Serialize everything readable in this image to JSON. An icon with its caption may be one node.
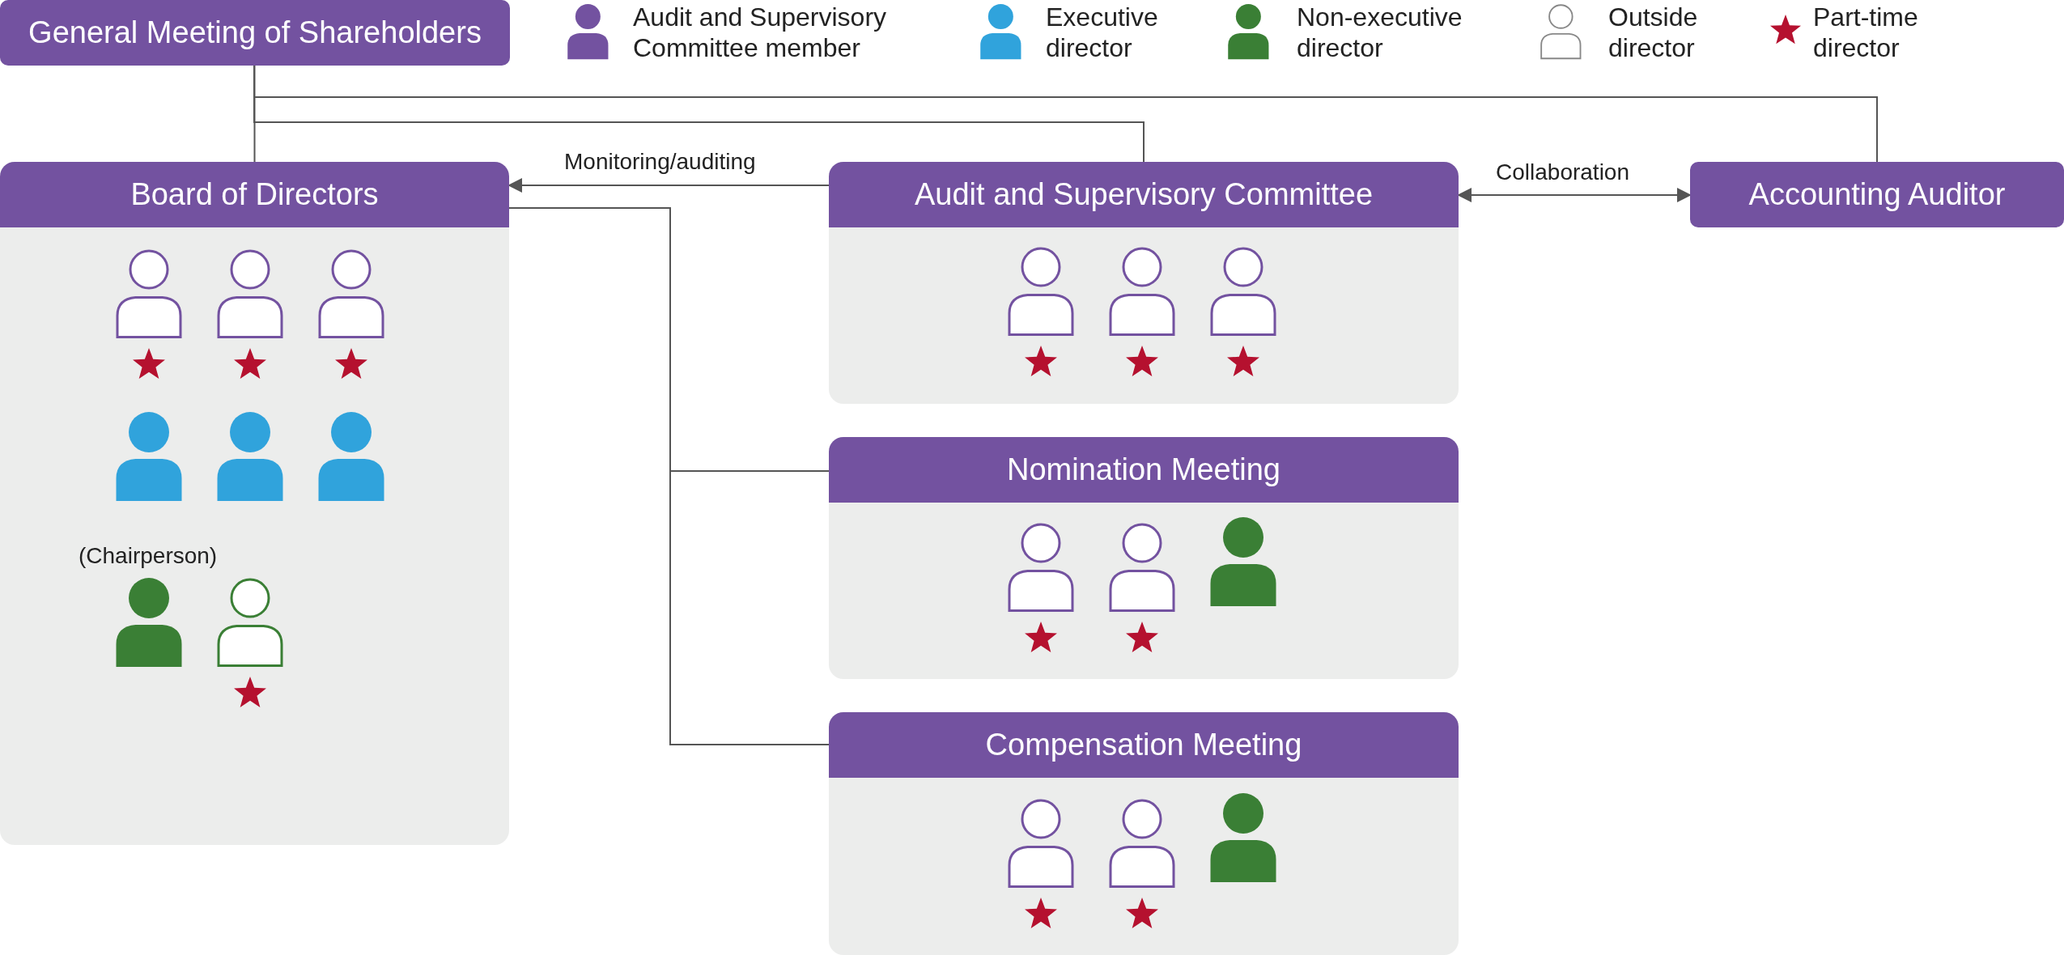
{
  "diagram": {
    "nodes": [
      {
        "text": [
          "General Meeting of Shareholders"
        ]
      },
      {
        "text": [
          "Board of Directors"
        ]
      },
      {
        "text": [
          "Audit and Supervisory Committee"
        ]
      },
      {
        "text": [
          "Accounting Auditor"
        ]
      },
      {
        "text": [
          "Nomination Meeting"
        ]
      },
      {
        "text": [
          "Compensation Meeting"
        ]
      }
    ],
    "edges": [
      {
        "from": 0,
        "to": 1,
        "arrow": "none"
      },
      {
        "from": 0,
        "to": 2,
        "arrow": "none"
      },
      {
        "from": 0,
        "to": 3,
        "arrow": "none"
      },
      {
        "from": 2,
        "to": 1,
        "arrow": "to",
        "label": "Monitoring/auditing"
      },
      {
        "from": 2,
        "to": 3,
        "arrow": "both",
        "label": "Collaboration"
      },
      {
        "from": 1,
        "to": 4,
        "arrow": "none"
      },
      {
        "from": 1,
        "to": 5,
        "arrow": "none"
      }
    ],
    "labels": [
      "(Chairperson)"
    ],
    "legend": [
      {
        "text": "Audit and Supervisory Committee member"
      },
      {
        "text": "Executive director"
      },
      {
        "text": "Non-executive director"
      },
      {
        "text": "Outside director"
      },
      {
        "text": "Part-time director"
      }
    ]
  }
}
